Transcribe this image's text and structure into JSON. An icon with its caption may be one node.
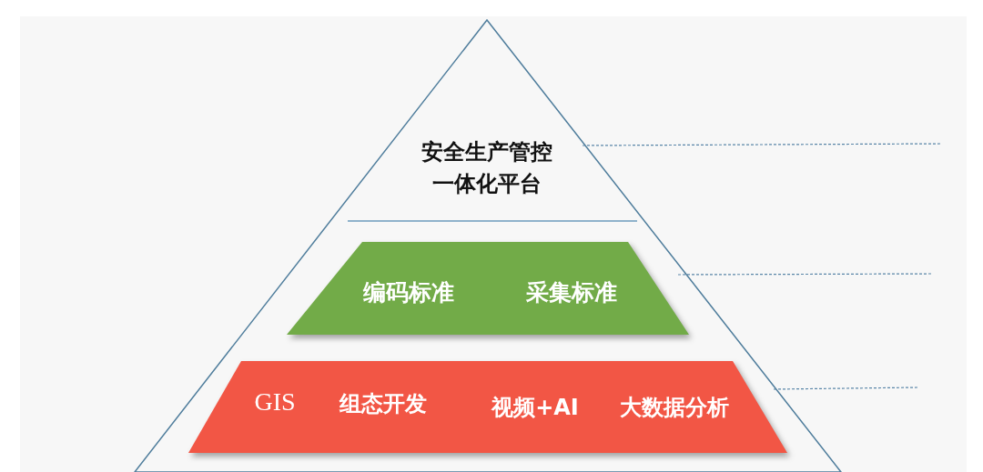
{
  "diagram": {
    "nodes": [
      {
        "text": [
          "安全生产管控一体化平台"
        ]
      },
      {
        "text": [
          "编码标准",
          "采集标准"
        ],
        "in": 0
      },
      {
        "text": [
          "GIS",
          "组态开发",
          "视频+AI",
          "大数据分析"
        ],
        "in": 0
      }
    ]
  }
}
